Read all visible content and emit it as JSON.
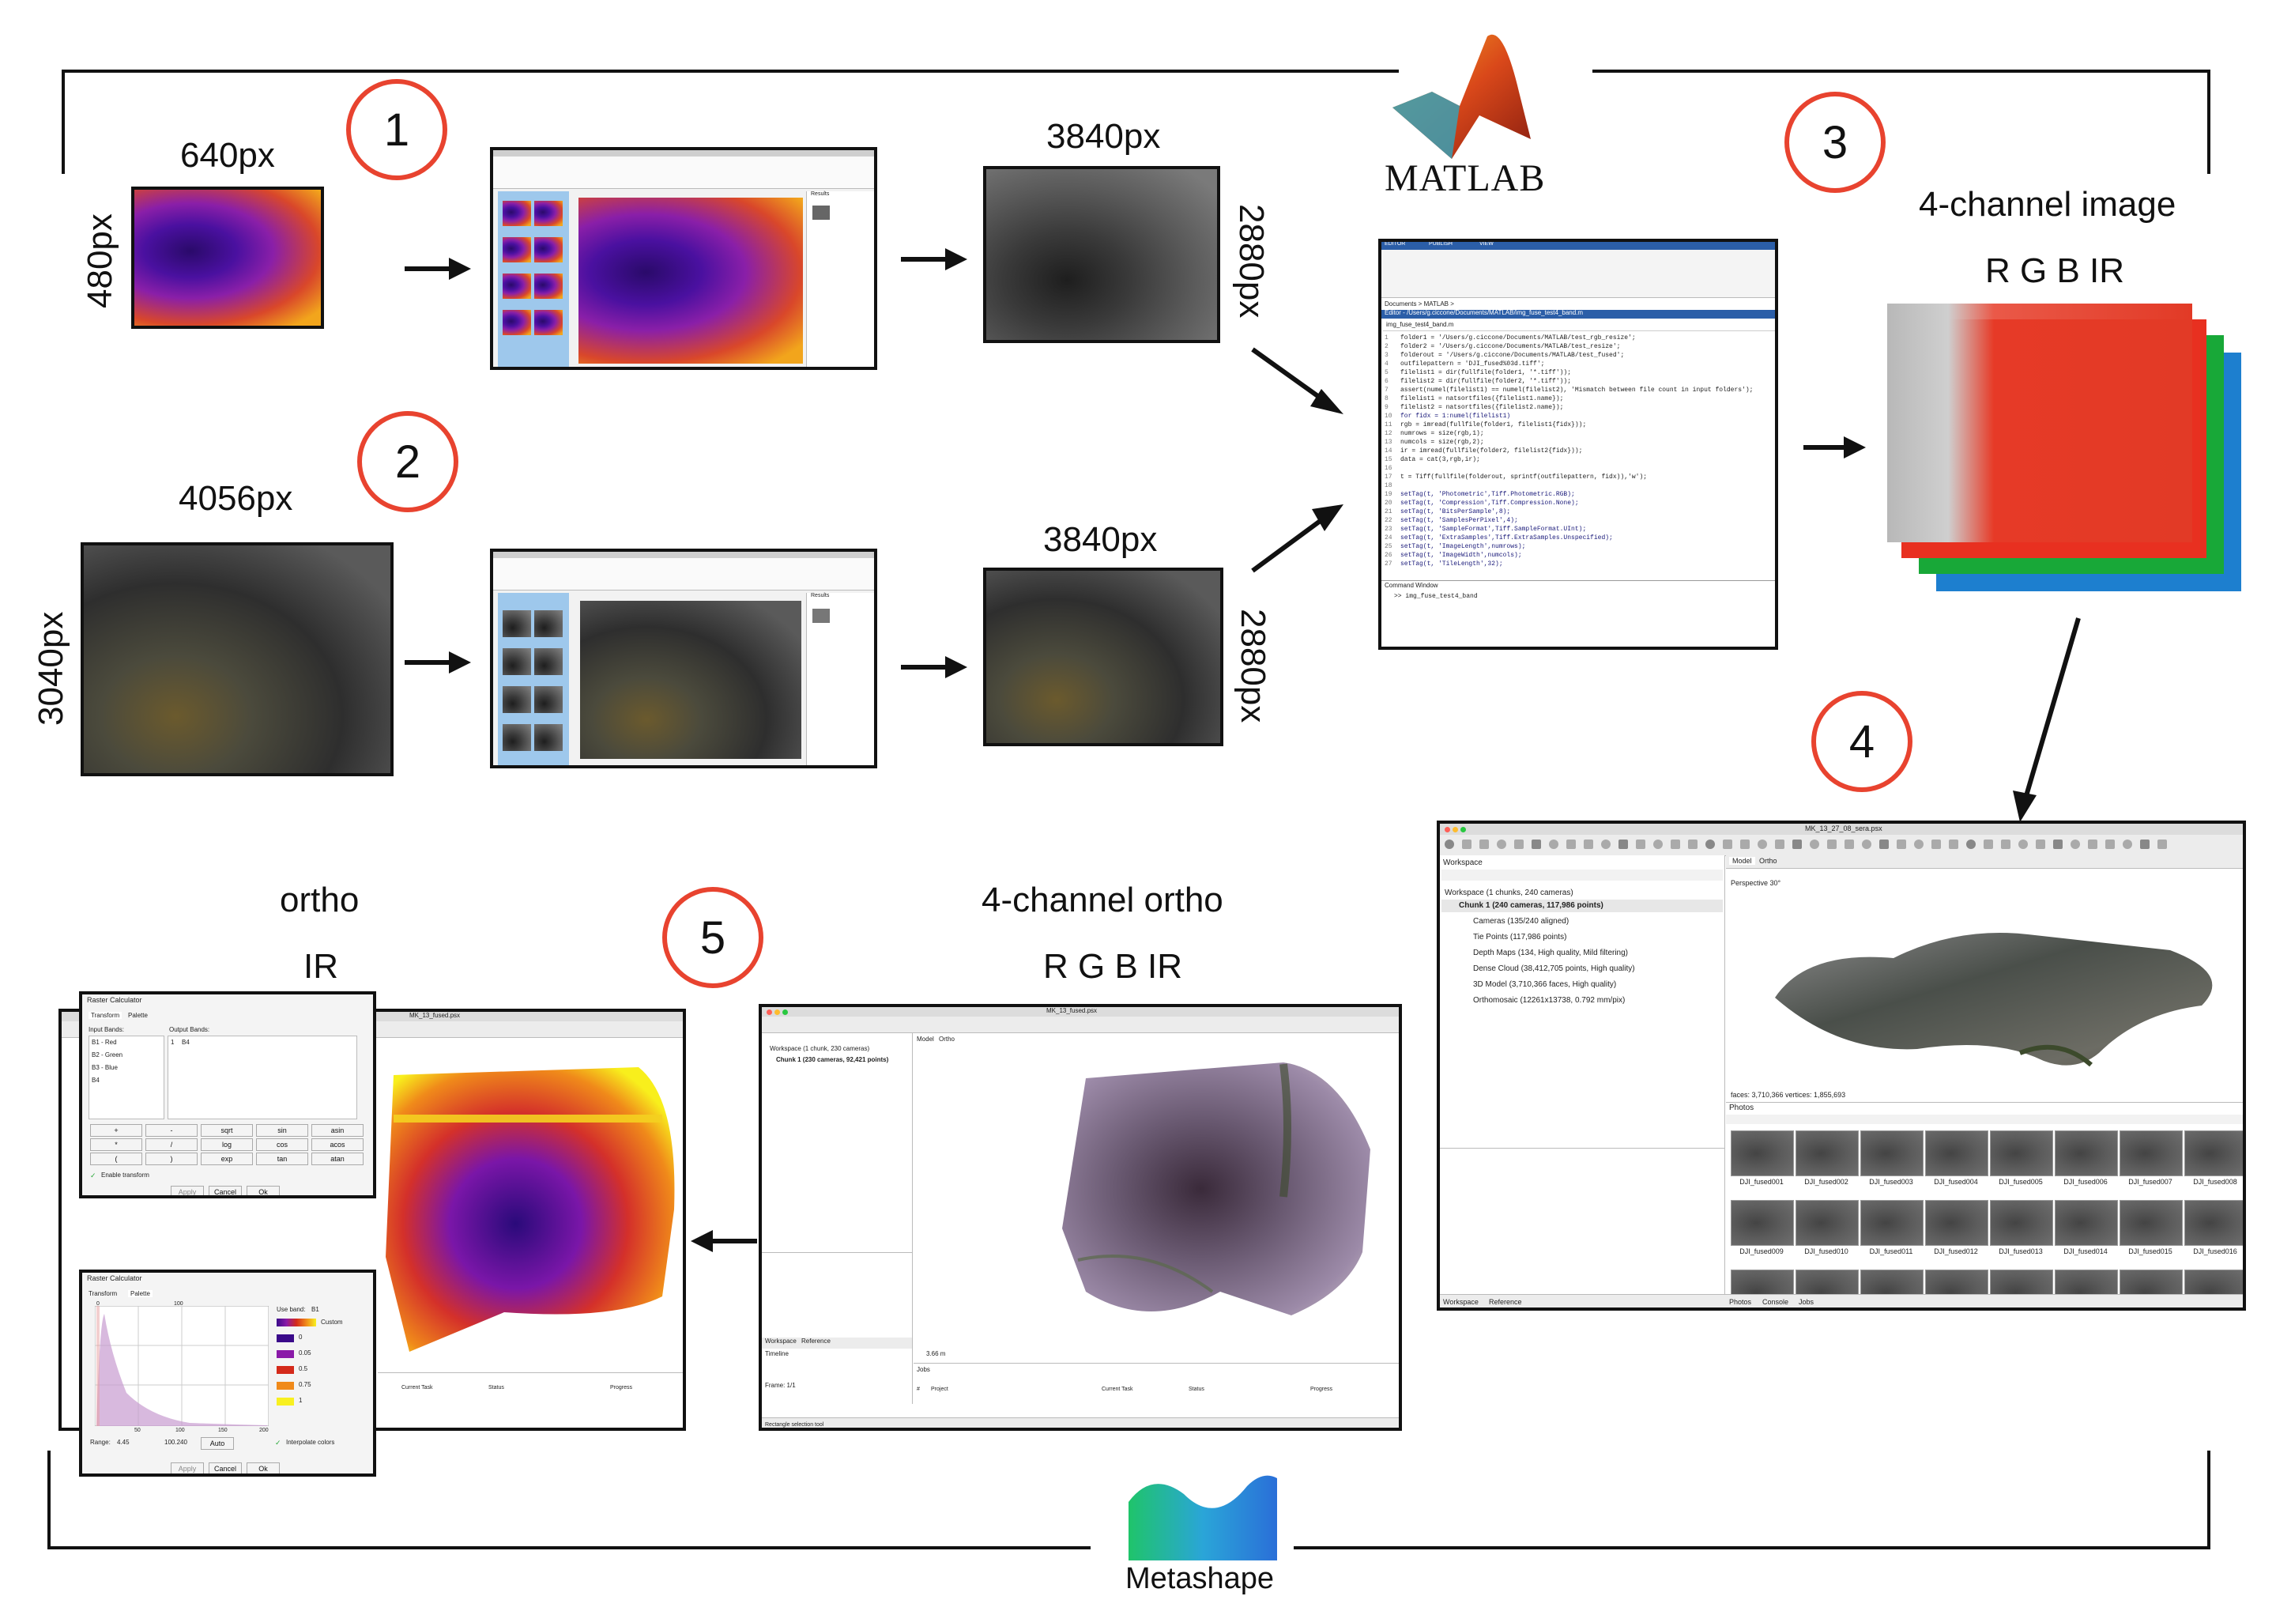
{
  "labels": {
    "l640": "640px",
    "l480": "480px",
    "l3840a": "3840px",
    "l2880a": "2880px",
    "l4056": "4056px",
    "l3040": "3040px",
    "l3840b": "3840px",
    "l2880b": "2880px",
    "four_channel_image": "4-channel image",
    "rgbir_top": "R G B IR",
    "ortho": "ortho",
    "ir": "IR",
    "four_channel_ortho": "4-channel ortho",
    "rgbir_bottom": "R G B IR"
  },
  "steps": [
    "1",
    "2",
    "3",
    "4",
    "5"
  ],
  "logos": {
    "matlab": "MATLAB",
    "metashape": "Metashape"
  },
  "matlab_editor": {
    "tabs": [
      "EDITOR",
      "PUBLISH",
      "VIEW"
    ],
    "path": "Documents > MATLAB >",
    "title": "Editor - /Users/g.ciccone/Documents/MATLAB/img_fuse_test4_band.m",
    "file_tab": "img_fuse_test4_band.m",
    "code_lines": [
      "folder1 = '/Users/g.ciccone/Documents/MATLAB/test_rgb_resize';",
      "folder2 = '/Users/g.ciccone/Documents/MATLAB/test_resize';",
      "folderout = '/Users/g.ciccone/Documents/MATLAB/test_fused';",
      "outfilepattern = 'DJI_fused%03d.tiff';",
      "filelist1 = dir(fullfile(folder1, '*.tiff'));",
      "filelist2 = dir(fullfile(folder2, '*.tiff'));",
      "assert(numel(filelist1) == numel(filelist2), 'Mismatch between file count in input folders');",
      "filelist1 = natsortfiles({filelist1.name});",
      "filelist2 = natsortfiles({filelist2.name});",
      "for fidx = 1:numel(filelist1)",
      "    rgb = imread(fullfile(folder1, filelist1{fidx}));",
      "    numrows = size(rgb,1);",
      "    numcols = size(rgb,2);",
      "    ir = imread(fullfile(folder2, filelist2{fidx}));",
      "    data = cat(3,rgb,ir);",
      "",
      "    t = Tiff(fullfile(folderout, sprintf(outfilepattern, fidx)),'w');",
      "",
      "setTag(t, 'Photometric',Tiff.Photometric.RGB);",
      "setTag(t, 'Compression',Tiff.Compression.None);",
      "setTag(t, 'BitsPerSample',8);",
      "setTag(t, 'SamplesPerPixel',4);",
      "setTag(t, 'SampleFormat',Tiff.SampleFormat.UInt);",
      "setTag(t, 'ExtraSamples',Tiff.ExtraSamples.Unspecified);",
      "setTag(t, 'ImageLength',numrows);",
      "setTag(t, 'ImageWidth',numcols);",
      "setTag(t, 'TileLength',32);"
    ],
    "command_window": "Command Window",
    "command": ">> img_fuse_test4_band"
  },
  "metashape_main": {
    "title": "MK_13_27_08_sera.psx",
    "workspace_title": "Workspace",
    "tree": [
      "Workspace (1 chunks, 240 cameras)",
      "Chunk 1 (240 cameras, 117,986 points)",
      "Cameras (135/240 aligned)",
      "Tie Points (117,986 points)",
      "Depth Maps (134, High quality, Mild filtering)",
      "Dense Cloud (38,412,705 points, High quality)",
      "3D Model (3,710,366 faces, High quality)",
      "Orthomosaic (12261x13738, 0.792 mm/pix)"
    ],
    "view_tabs": [
      "Model",
      "Ortho"
    ],
    "perspective": "Perspective 30°",
    "stats": "faces: 3,710,366 vertices: 1,855,693",
    "photos_title": "Photos",
    "photos": [
      "DJI_fused001",
      "DJI_fused002",
      "DJI_fused003",
      "DJI_fused004",
      "DJI_fused005",
      "DJI_fused006",
      "DJI_fused007",
      "DJI_fused008",
      "DJI_fused009",
      "DJI_fused010",
      "DJI_fused011",
      "DJI_fused012",
      "DJI_fused013",
      "DJI_fused014",
      "DJI_fused015",
      "DJI_fused016"
    ],
    "bottom_tabs_left": [
      "Workspace",
      "Reference"
    ],
    "bottom_tabs_right": [
      "Photos",
      "Console",
      "Jobs"
    ]
  },
  "metashape_ortho": {
    "title": "MK_13_fused.psx",
    "workspace": "Workspace (1 chunk, 230 cameras)",
    "chunk": "Chunk 1 (230 cameras, 92,421 points)",
    "view_tabs": [
      "Model",
      "Ortho"
    ],
    "bottom_tabs": [
      "Workspace",
      "Reference"
    ],
    "timeline": "Timeline",
    "frame": "Frame: 1/1",
    "scale": "3.66 m",
    "jobs": "Jobs",
    "jobs_cols": [
      "#",
      "Project",
      "Current Task",
      "Status",
      "Progress"
    ],
    "status": "Rectangle selection tool"
  },
  "raster_calc_1": {
    "title": "Raster Calculator",
    "tabs": [
      "Transform",
      "Palette"
    ],
    "input_label": "Input Bands:",
    "output_label": "Output Bands:",
    "inputs": [
      "B1 - Red",
      "B2 - Green",
      "B3 - Blue",
      "B4"
    ],
    "output_index": "1",
    "output_value": "B4",
    "keys": [
      "+",
      "-",
      "sqrt",
      "sin",
      "asin",
      "*",
      "/",
      "log",
      "cos",
      "acos",
      "(",
      ")",
      "exp",
      "tan",
      "atan"
    ],
    "enable": "Enable transform",
    "buttons": [
      "Apply",
      "Cancel",
      "Ok"
    ]
  },
  "raster_calc_2": {
    "title": "Raster Calculator",
    "tabs": [
      "Transform",
      "Palette"
    ],
    "use_band": "Use band:",
    "band": "B1",
    "custom": "Custom",
    "palette_values": [
      "0",
      "0.05",
      "0.5",
      "0.75",
      "1"
    ],
    "palette_colors": [
      "#3a0a8a",
      "#8a1aa8",
      "#d42a1a",
      "#f08a1a",
      "#f8f020"
    ],
    "axis_ticks": [
      "0",
      "100",
      "50",
      "100",
      "150",
      "200"
    ],
    "range_label": "Range:",
    "range_min": "4.45",
    "range_max": "100.240",
    "auto": "Auto",
    "interpolate": "Interpolate colors",
    "buttons": [
      "Apply",
      "Cancel",
      "Ok"
    ]
  },
  "ortho_window": {
    "title": "MK_13_fused.psx",
    "jobs_cols": [
      "Current Task",
      "Status",
      "Progress"
    ]
  },
  "small_ui": {
    "title": "Image Batch Processor",
    "results": "Results"
  },
  "colors": {
    "accent_circle": "#e8432f",
    "matlab_blue": "#1d5ca8",
    "layer_red": "#e83020",
    "layer_green": "#18a838",
    "layer_blue": "#1d7fcf"
  }
}
